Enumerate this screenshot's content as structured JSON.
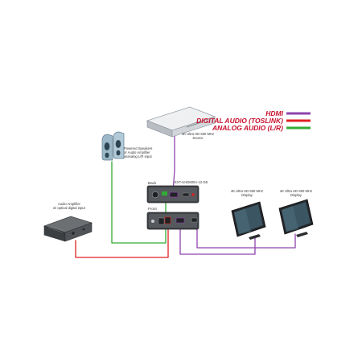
{
  "legend": {
    "items": [
      {
        "label": "HDMI",
        "color": "#8e44ad"
      },
      {
        "label": "DIGITAL AUDIO (TOSLINK)",
        "color": "#e02020"
      },
      {
        "label": "ANALOG AUDIO (L/R)",
        "color": "#33aa33"
      }
    ]
  },
  "devices": {
    "source": {
      "line1": "4K Ultra HD 600 MHz",
      "line2": "Source"
    },
    "speakers": {
      "line1": "Powered Speakers",
      "line2": "or Audio Amplifier",
      "line3": "w/analog L/R input"
    },
    "amplifier": {
      "line1": "Audio Amplifier",
      "line2": "w/ optical digital input"
    },
    "extender": {
      "model": "EXT-UHD600A-12-DS",
      "back_label": "Back",
      "front_label": "Front"
    },
    "display1": {
      "line1": "4K Ultra HD 600 MHz",
      "line2": "Display"
    },
    "display2": {
      "line1": "4K Ultra HD 600 MHz",
      "line2": "Display"
    }
  }
}
